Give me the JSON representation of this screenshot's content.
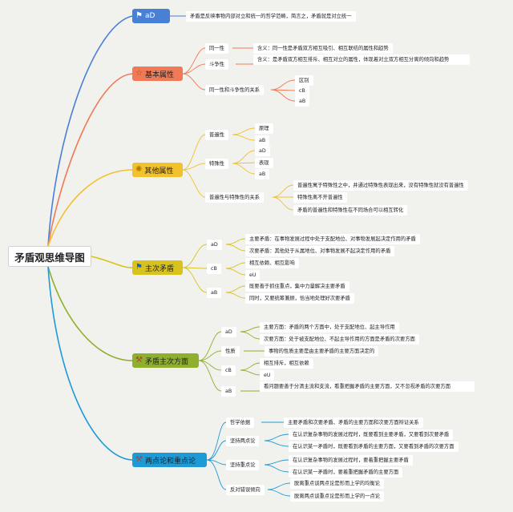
{
  "root": {
    "title": "矛盾观思维导图"
  },
  "branches": [
    {
      "id": "b1",
      "label": "aD",
      "icon": "flag-icon",
      "color": "#4a7fd6",
      "items": [
        {
          "text": "矛盾是反映事物内部对立和统一的哲学范畴，简言之，矛盾就是对立统一"
        }
      ]
    },
    {
      "id": "b2",
      "label": "基本属性",
      "icon": "star-icon",
      "color": "#f07a55",
      "items": [
        {
          "text": "同一性"
        },
        {
          "text": "含义：同一性是矛盾双方相互吸引、相互联结的属性和趋势"
        },
        {
          "text": "斗争性"
        },
        {
          "text": "含义：是矛盾双方相互排斥、相互对立的属性，体现着对立双方相互分离的倾向和趋势"
        },
        {
          "text": "同一性和斗争性的关系"
        },
        {
          "text": "区别"
        },
        {
          "text": "cB"
        },
        {
          "text": "aB"
        }
      ]
    },
    {
      "id": "b3",
      "label": "其他属性",
      "icon": "sun-icon",
      "color": "#f2c12e",
      "items": [
        {
          "text": "普遍性"
        },
        {
          "text": "原理"
        },
        {
          "text": "aB"
        },
        {
          "text": "特殊性"
        },
        {
          "text": "aD"
        },
        {
          "text": "表现"
        },
        {
          "text": "aB"
        },
        {
          "text": "普遍性与特殊性的关系"
        },
        {
          "text": "普遍性寓于特殊性之中，并通过特殊性表现出来，没有特殊性就没有普遍性"
        },
        {
          "text": "特殊性离不开普遍性"
        },
        {
          "text": "矛盾的普遍性和特殊性在不同场合可以相互转化"
        }
      ]
    },
    {
      "id": "b4",
      "label": "主次矛盾",
      "icon": "flag-icon",
      "color": "#d8c21c",
      "items": [
        {
          "text": "aD"
        },
        {
          "text": "主要矛盾：在事物发展过程中处于支配地位、对事物发展起决定作用的矛盾"
        },
        {
          "text": "次要矛盾：其他处于从属地位、对事物发展不起决定作用的矛盾"
        },
        {
          "text": "cB"
        },
        {
          "text": "相互依赖、相互影响"
        },
        {
          "text": "eU"
        },
        {
          "text": "aB"
        },
        {
          "text": "既要善于抓住重点，集中力量解决主要矛盾"
        },
        {
          "text": "同时，又要统筹兼顾，恰当地处理好次要矛盾"
        }
      ]
    },
    {
      "id": "b5",
      "label": "矛盾主次方面",
      "icon": "tools-icon",
      "color": "#8fb02c",
      "items": [
        {
          "text": "aD"
        },
        {
          "text": "主要方面：矛盾的两个方面中，处于支配地位、起主导作用"
        },
        {
          "text": "次要方面：处于被支配地位、不起主导作用的方面是矛盾的次要方面"
        },
        {
          "text": "性质"
        },
        {
          "text": "事物的性质主要是由主要矛盾的主要方面决定的"
        },
        {
          "text": "cB"
        },
        {
          "text": "相互排斥，相互依赖"
        },
        {
          "text": "eU"
        },
        {
          "text": "aB"
        },
        {
          "text": "看问题要善于分清主流和支流，看重把握矛盾的主要方面，又不忽视矛盾的次要方面"
        }
      ]
    },
    {
      "id": "b6",
      "label": "两点论和重点论",
      "icon": "tools-icon",
      "color": "#1e9ad6",
      "items": [
        {
          "text": "哲学依据"
        },
        {
          "text": "主要矛盾和次要矛盾、矛盾的主要方面和次要方面辩证关系"
        },
        {
          "text": "坚持两点论"
        },
        {
          "text": "在认识复杂事物的发展过程时，既要看到主要矛盾，又要看到次要矛盾"
        },
        {
          "text": "在认识某一矛盾时，既要看到矛盾的主要方面，又要看到矛盾的次要方面"
        },
        {
          "text": "坚持重点论"
        },
        {
          "text": "在认识复杂事物的发展过程时，要着重把握主要矛盾"
        },
        {
          "text": "在认识某一矛盾时，要着重把握矛盾的主要方面"
        },
        {
          "text": "反对错误倾向"
        },
        {
          "text": "脱离重点谈两点论是形而上学的均衡论"
        },
        {
          "text": "脱离两点谈重点论是形而上学的一点论"
        }
      ]
    }
  ]
}
